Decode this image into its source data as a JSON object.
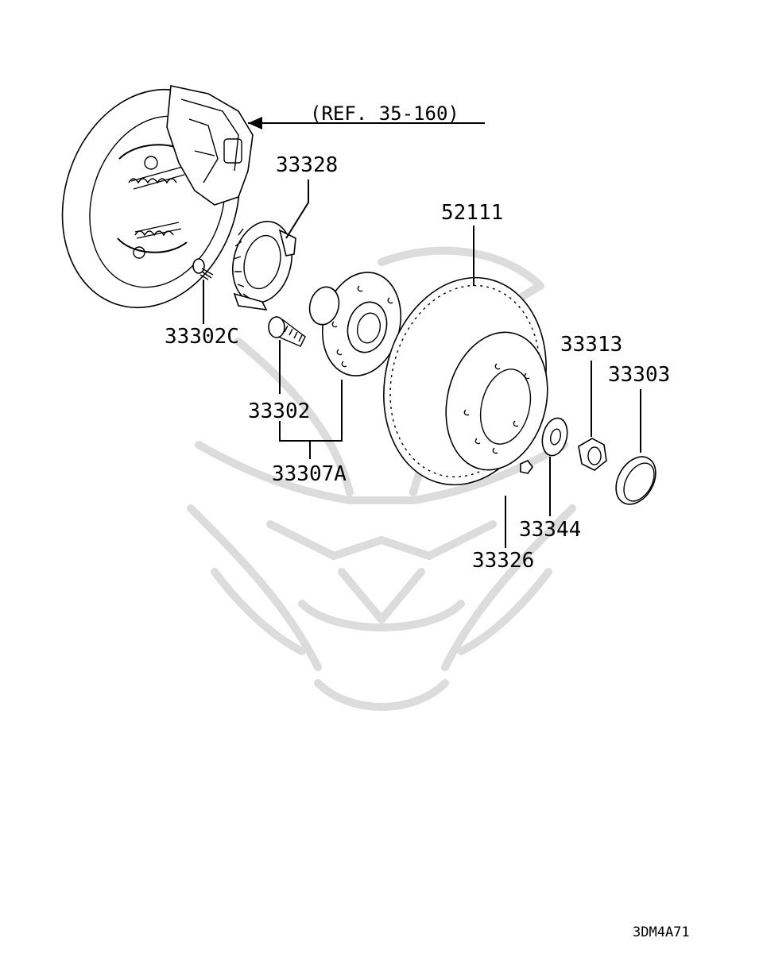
{
  "diagram": {
    "reference_label": "(REF. 35-160)",
    "part_numbers": {
      "p33328": "33328",
      "p52111": "52111",
      "p33302C": "33302C",
      "p33313": "33313",
      "p33303": "33303",
      "p33302": "33302",
      "p33307A": "33307A",
      "p33344": "33344",
      "p33326": "33326"
    },
    "drawing_code": "3DM4A71"
  },
  "colors": {
    "line": "#000000",
    "background": "#ffffff",
    "watermark": "#dcdcdc"
  }
}
